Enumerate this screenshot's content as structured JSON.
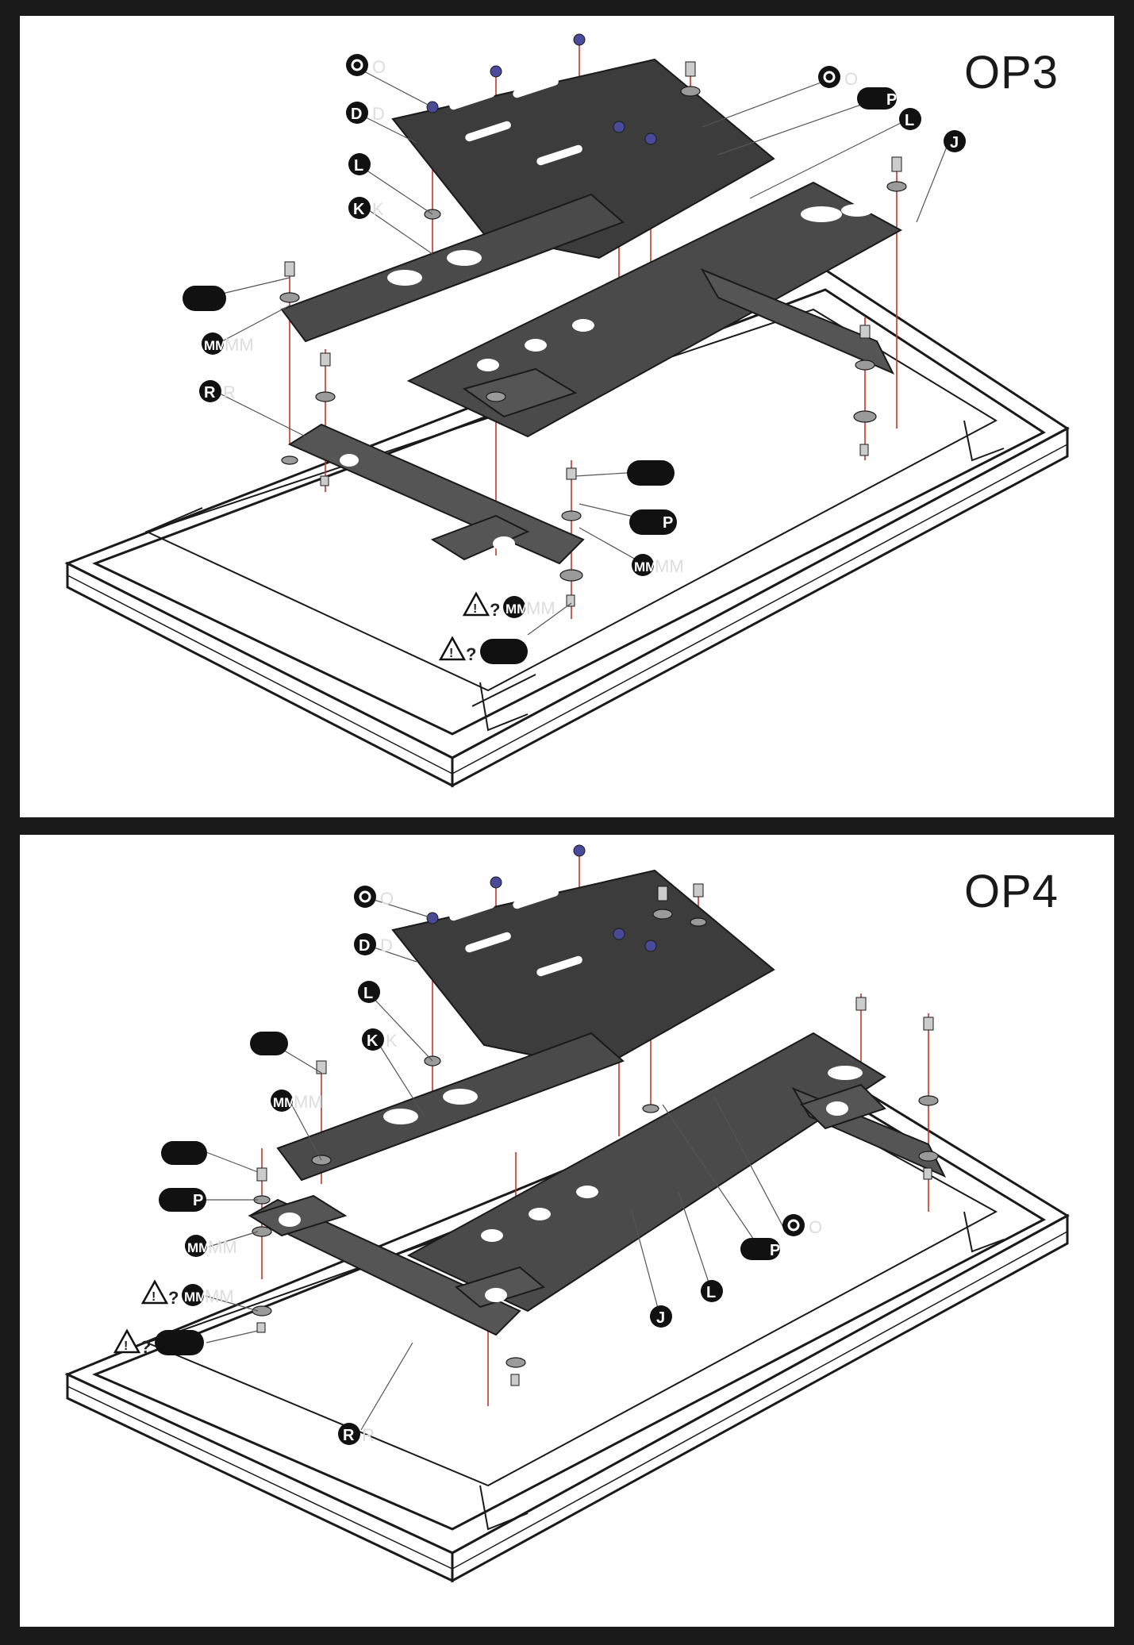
{
  "panels": [
    {
      "title": "OP3"
    },
    {
      "title": "OP4"
    }
  ],
  "callouts": {
    "O": "O",
    "D": "D",
    "L": "L",
    "K": "K",
    "J": "J",
    "R": "R",
    "MM": "MM",
    "P": "P",
    "warning_suffix": "?"
  },
  "colors": {
    "frame": "#1a1a1a",
    "bracket": "#3c3c3c",
    "guide_line": "#c0392b",
    "bolt_head": "#4a4a9a"
  },
  "icons": [
    "warning-triangle-icon",
    "bolt-icon",
    "washer-icon"
  ]
}
